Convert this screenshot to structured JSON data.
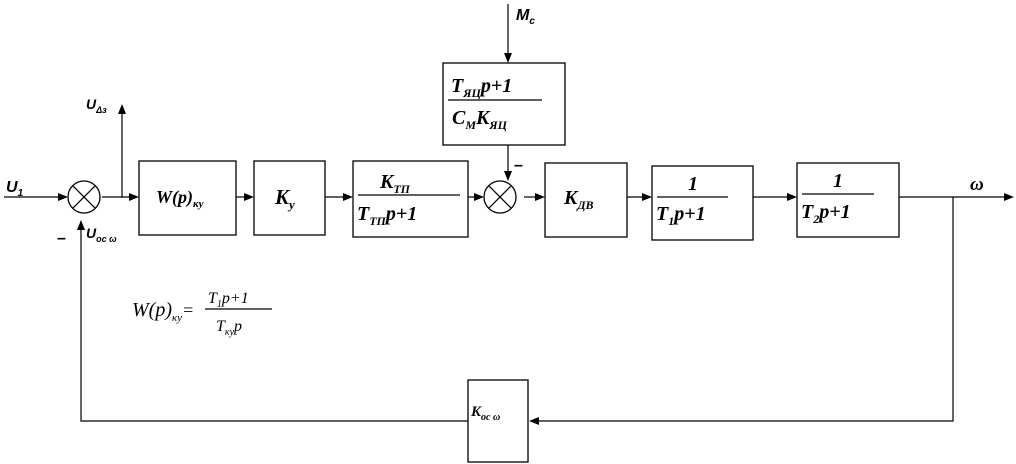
{
  "inputs": {
    "reference": {
      "main": "U",
      "sub": "1"
    },
    "disturbance": {
      "main": "M",
      "sub": "c"
    },
    "speed_error_tap": {
      "main": "U",
      "sub": "Δз"
    },
    "feedback_signal": {
      "main": "U",
      "sub": "ос ω"
    }
  },
  "output": {
    "label": "ω"
  },
  "sign_marks": {
    "feedback_minus": "–",
    "disturbance_minus": "–"
  },
  "blocks": {
    "controller": {
      "main": "W(p)",
      "sub": "ку"
    },
    "amplifier": {
      "main": "K",
      "sub": "у"
    },
    "converter": {
      "num_main": "K",
      "num_sub": "ТП",
      "den_a_main": "T",
      "den_a_sub": "ТП",
      "den_b": "p+1"
    },
    "armature": {
      "num_a_main": "T",
      "num_a_sub": "ЯЦ",
      "num_b": "p+1",
      "den_a_main": "C",
      "den_a_sub": "М",
      "den_b_main": "K",
      "den_b_sub": "ЯЦ"
    },
    "motor_gain": {
      "main": "K",
      "sub": "ДВ"
    },
    "lag1": {
      "num": "1",
      "den_a_main": "T",
      "den_a_sub": "1",
      "den_b": "p+1"
    },
    "lag2": {
      "num": "1",
      "den_a_main": "T",
      "den_a_sub": "2",
      "den_b": "p+1"
    },
    "feedback": {
      "main": "K",
      "sub": "ос ω"
    }
  },
  "formula": {
    "lhs_main": "W(p)",
    "lhs_sub": "ку",
    "eq": "=",
    "num_a_main": "T",
    "num_a_sub": "1",
    "num_b": "p+1",
    "den_a_main": "T",
    "den_a_sub": "ку",
    "den_b": "p"
  }
}
